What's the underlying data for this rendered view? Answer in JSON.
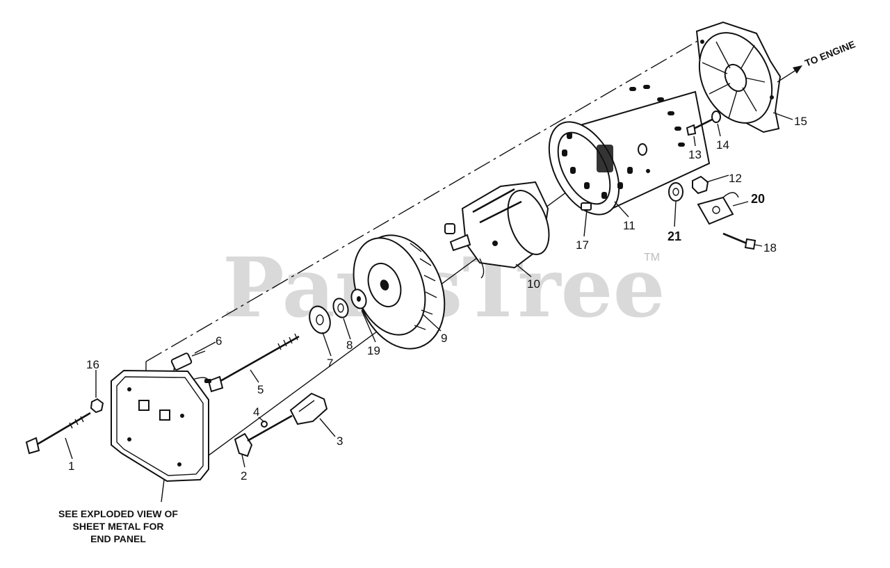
{
  "watermark": {
    "brand": "PartsTree",
    "trademark": "TM"
  },
  "arrow_label": "TO ENGINE",
  "note_lines": [
    "SEE EXPLODED VIEW OF",
    "SHEET METAL FOR",
    "END PANEL"
  ],
  "callouts": {
    "p1": "1",
    "p2": "2",
    "p3": "3",
    "p4": "4",
    "p5": "5",
    "p6": "6",
    "p7": "7",
    "p8": "8",
    "p9": "9",
    "p10": "10",
    "p11": "11",
    "p12": "12",
    "p13": "13",
    "p14": "14",
    "p15": "15",
    "p16": "16",
    "p17": "17",
    "p18": "18",
    "p19": "19",
    "p20": "20",
    "p21": "21"
  }
}
